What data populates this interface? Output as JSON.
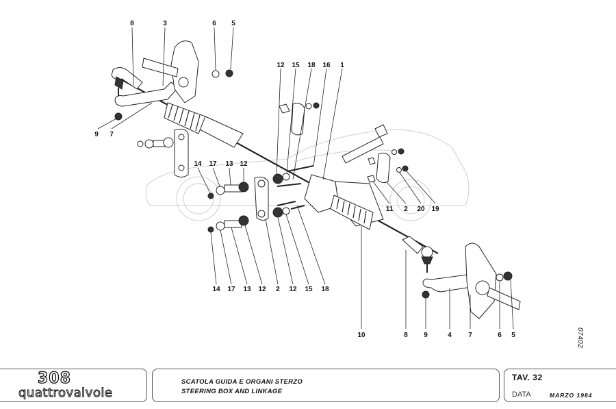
{
  "drawing_number": "07402",
  "title_block": {
    "logo_model": "308",
    "logo_name": "quattrovalvole",
    "title_italian": "SCATOLA GUIDA E ORGANI STERZO",
    "title_english": "STEERING BOX AND LINKAGE",
    "tav_label": "TAV.  32",
    "data_label": "DATA",
    "data_value": "MARZO  1984"
  },
  "callouts": {
    "top_left": [
      "8",
      "3",
      "6",
      "5"
    ],
    "left_side": [
      "9",
      "7"
    ],
    "top_center": [
      "12",
      "15",
      "18",
      "16",
      "1"
    ],
    "mid_upper": [
      "14",
      "17",
      "13",
      "12"
    ],
    "mid_right": [
      "11",
      "2",
      "20",
      "19"
    ],
    "mid_lower": [
      "14",
      "17",
      "13",
      "12",
      "2",
      "12",
      "15",
      "18"
    ],
    "bottom_right": [
      "10",
      "8",
      "9",
      "4",
      "7",
      "6",
      "5"
    ]
  }
}
